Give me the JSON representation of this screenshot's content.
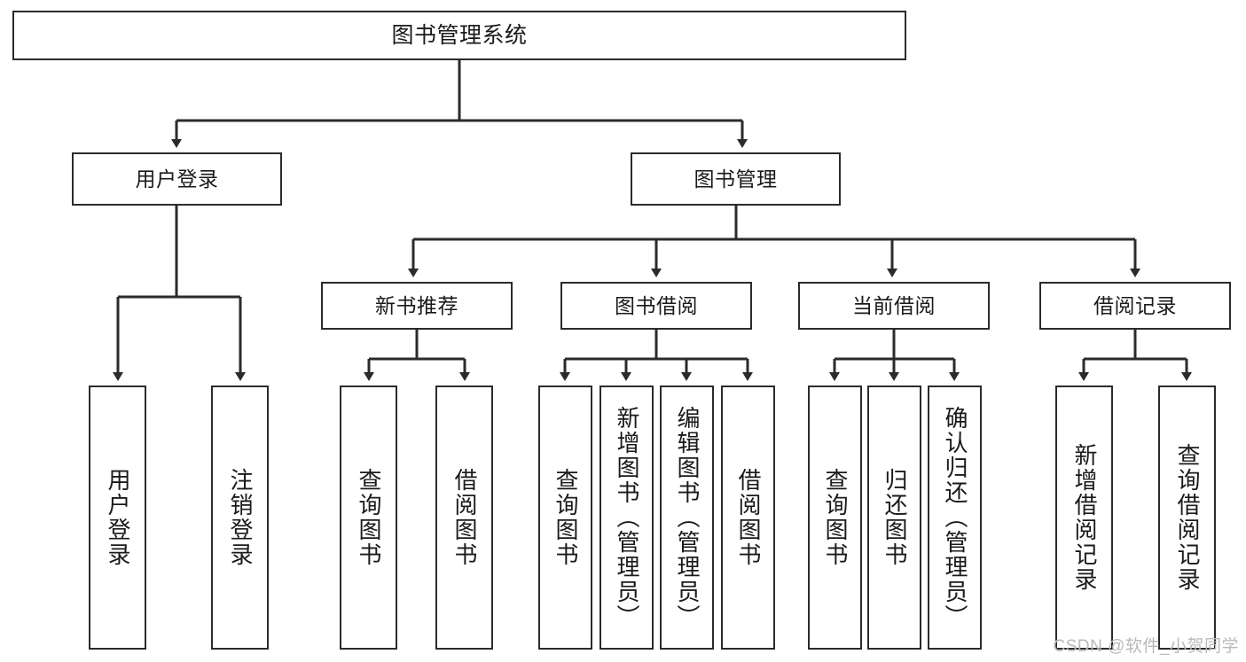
{
  "diagram": {
    "title": "图书管理系统",
    "orientation": "top-down-tree",
    "watermark": "CSDN @软件_小贺同学",
    "colors": {
      "node_border": "#2b2b2b",
      "node_fill": "#ffffff",
      "connector": "#2b2b2b",
      "text": "#1a1a1a",
      "watermark": "#b9b9b9",
      "background": "#ffffff"
    },
    "nodes": {
      "root": {
        "label": "图书管理系统"
      },
      "level2": [
        {
          "label": "用户登录"
        },
        {
          "label": "图书管理"
        }
      ],
      "level3": [
        {
          "label": "新书推荐"
        },
        {
          "label": "图书借阅"
        },
        {
          "label": "当前借阅"
        },
        {
          "label": "借阅记录"
        }
      ],
      "leaves": {
        "user_login": [
          {
            "label": "用户登录"
          },
          {
            "label": "注销登录"
          }
        ],
        "new_book_recommend": [
          {
            "label": "查询图书"
          },
          {
            "label": "借阅图书"
          }
        ],
        "book_borrow": [
          {
            "label": "查询图书"
          },
          {
            "label": "新增图书（管理员）"
          },
          {
            "label": "编辑图书（管理员）"
          },
          {
            "label": "借阅图书"
          }
        ],
        "current_borrow": [
          {
            "label": "查询图书"
          },
          {
            "label": "归还图书"
          },
          {
            "label": "确认归还（管理员）"
          }
        ],
        "borrow_record": [
          {
            "label": "新增借阅记录"
          },
          {
            "label": "查询借阅记录"
          }
        ]
      }
    }
  }
}
